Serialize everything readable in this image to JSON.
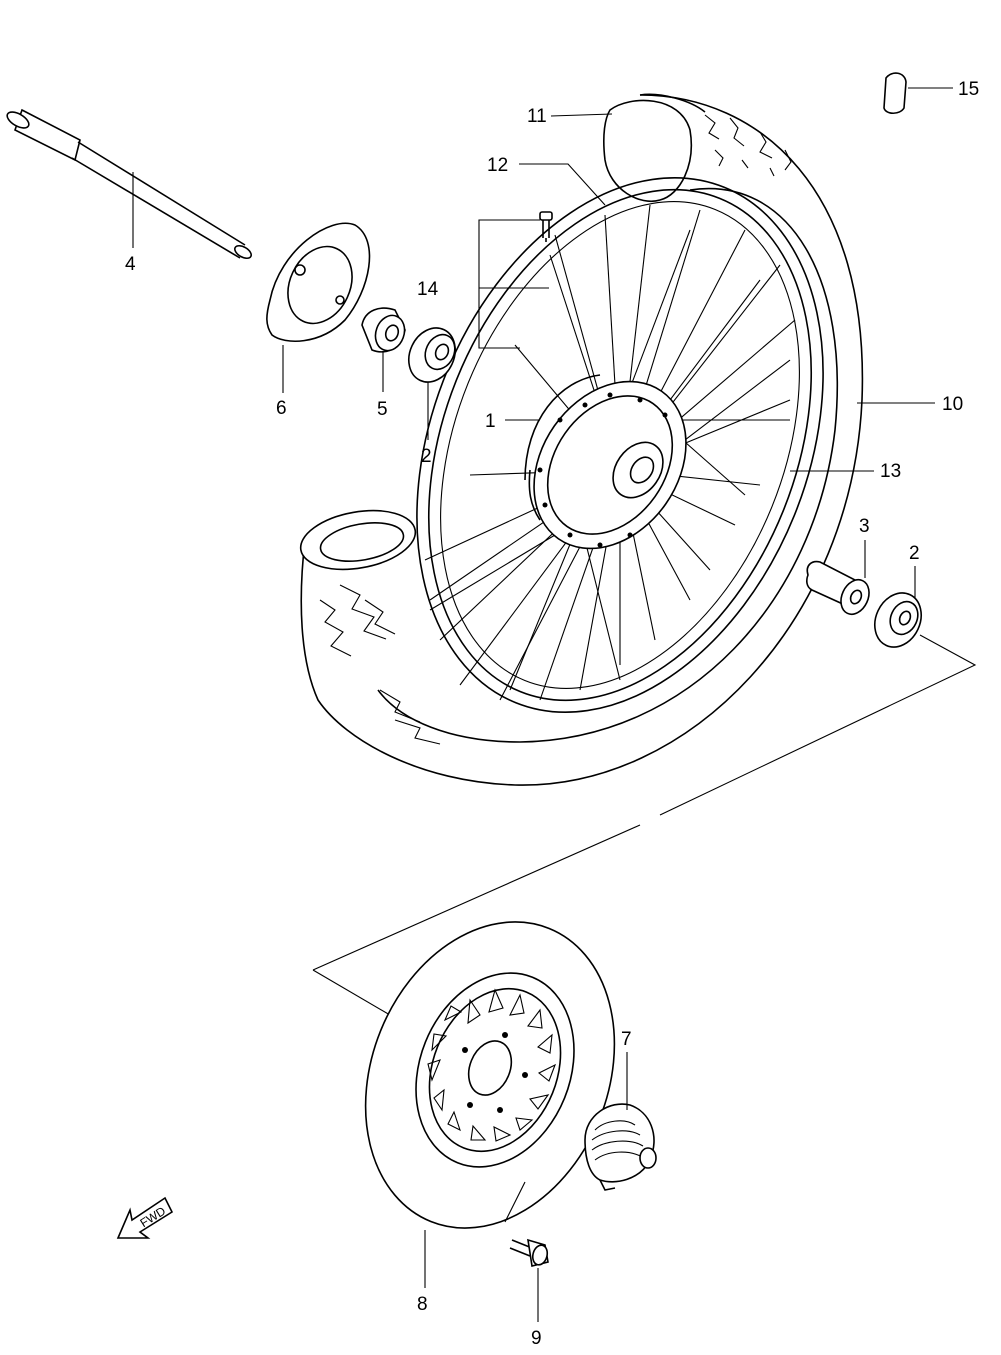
{
  "parts": [
    {
      "id": "p1",
      "number": "1"
    },
    {
      "id": "p2a",
      "number": "2"
    },
    {
      "id": "p2b",
      "number": "2"
    },
    {
      "id": "p3",
      "number": "3"
    },
    {
      "id": "p4",
      "number": "4"
    },
    {
      "id": "p5",
      "number": "5"
    },
    {
      "id": "p6",
      "number": "6"
    },
    {
      "id": "p7",
      "number": "7"
    },
    {
      "id": "p8",
      "number": "8"
    },
    {
      "id": "p9",
      "number": "9"
    },
    {
      "id": "p10",
      "number": "10"
    },
    {
      "id": "p11",
      "number": "11"
    },
    {
      "id": "p12",
      "number": "12"
    },
    {
      "id": "p13",
      "number": "13"
    },
    {
      "id": "p14",
      "number": "14"
    },
    {
      "id": "p15",
      "number": "15"
    }
  ],
  "fwd_label": "FWD"
}
